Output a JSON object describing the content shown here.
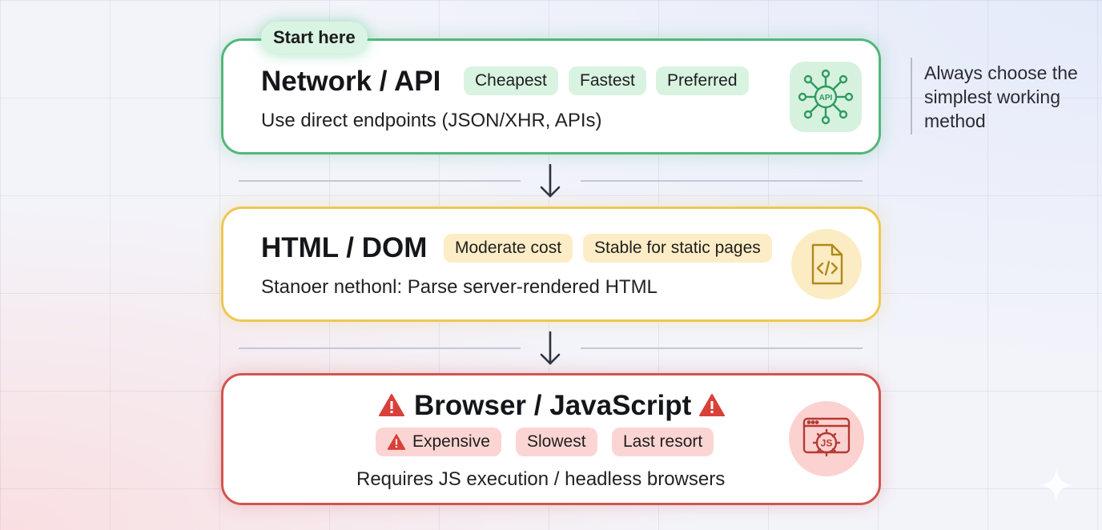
{
  "start_badge": "Start here",
  "tiers": [
    {
      "title": "Network / API",
      "tags": [
        "Cheapest",
        "Fastest",
        "Preferred"
      ],
      "description": "Use direct endpoints (JSON/XHR, APIs)",
      "icon": "api-hub-icon",
      "icon_label": "API",
      "color": "#52b77a"
    },
    {
      "title": "HTML / DOM",
      "tags": [
        "Moderate cost",
        "Stable for static pages"
      ],
      "description": "Stanoer nethonl: Parse server-rendered HTML",
      "icon": "code-file-icon",
      "color": "#efc751"
    },
    {
      "title": "Browser / JavaScript",
      "tags": [
        "Expensive",
        "Slowest",
        "Last resort"
      ],
      "description": "Requires JS execution / headless browsers",
      "icon": "js-gear-window-icon",
      "icon_label": "JS",
      "color": "#d1554f"
    }
  ],
  "side_note": "Always choose the simplest working method",
  "icons": [
    "warning-icon",
    "down-arrow-icon",
    "sparkle-icon"
  ]
}
